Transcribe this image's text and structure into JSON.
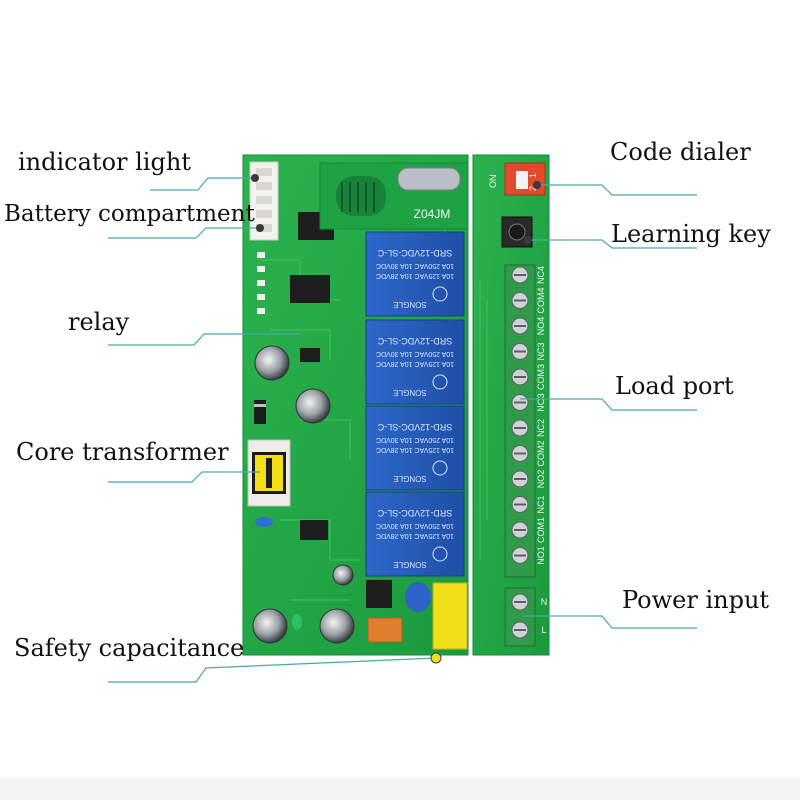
{
  "labels": {
    "indicator_light": "indicator light",
    "battery_compartment": "Battery compartment",
    "relay": "relay",
    "core_transformer": "Core transformer",
    "safety_capacitance": "Safety capacitance",
    "code_dialer": "Code dialer",
    "learning_key": "Learning key",
    "load_port": "Load port",
    "power_input": "Power input"
  },
  "board": {
    "module_marking": "Z04JM",
    "relay_model": "SRD-12VDC-SL-C",
    "relay_brand": "SONGLE",
    "relay_rating_1": "10A 250VAC  10A 30VDC",
    "relay_rating_2": "10A 125VAC  10A 28VDC",
    "dip_on": "ON",
    "dip_1": "1",
    "dip_2": "2",
    "terminal_labels": [
      "NC4",
      "COM4",
      "NO4",
      "NC3",
      "COM3",
      "NO3",
      "NC2",
      "COM2",
      "NO2",
      "NC1",
      "COM1",
      "NO1"
    ],
    "power_labels": [
      "N",
      "L"
    ]
  },
  "colors": {
    "pcb_green": "#21a545",
    "terminal_green": "#2f9a47",
    "relay_blue": "#2a5fbf",
    "dip_red": "#e14a2c",
    "safety_cap_yellow": "#f1e01a",
    "leader_line": "#4aa8a8"
  }
}
